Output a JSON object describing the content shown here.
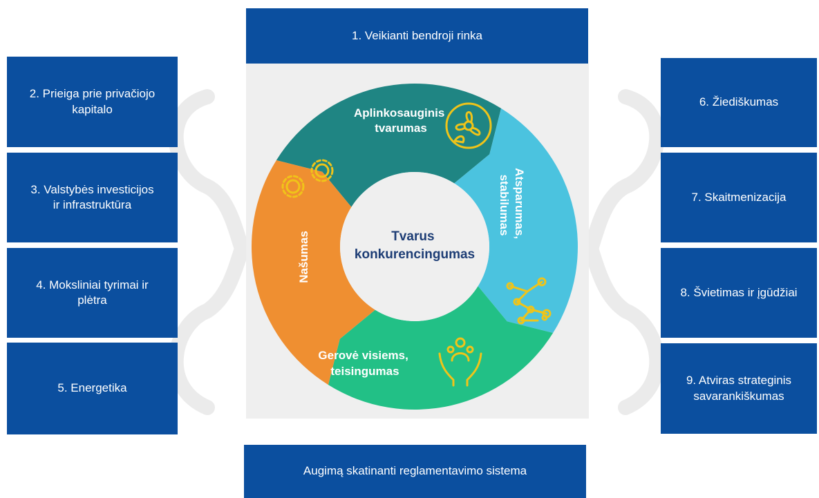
{
  "top_box": "1. Veikianti bendroji rinka",
  "bottom_box": "Augimą skatinanti reglamentavimo sistema",
  "left_boxes": [
    "2. Prieiga prie privačiojo\nkapitalo",
    "3. Valstybės investicijos\nir infrastruktūra",
    "4. Moksliniai tyrimai ir\nplėtra",
    "5. Energetika"
  ],
  "right_boxes": [
    "6. Žiediškumas",
    "7. Skaitmenizacija",
    "8. Švietimas ir įgūdžiai",
    "9. Atviras strateginis\nsavarankiškumas"
  ],
  "wheel": {
    "center": [
      "Tvarus",
      "konkurencingumas"
    ],
    "segments": [
      {
        "label": [
          "Aplinkosauginis",
          "tvarumas"
        ],
        "color": "#1f8583"
      },
      {
        "label": [
          "Atsparumas,",
          "stabilumas"
        ],
        "color": "#4bc3df"
      },
      {
        "label": [
          "Gerovė visiems,",
          "teisingumas"
        ],
        "color": "#22c086"
      },
      {
        "label": [
          "Našumas"
        ],
        "color": "#ef8f31"
      }
    ],
    "icon_color": "#f0c419"
  },
  "box_color": "#0b4f9f",
  "panel_color": "#efefef"
}
